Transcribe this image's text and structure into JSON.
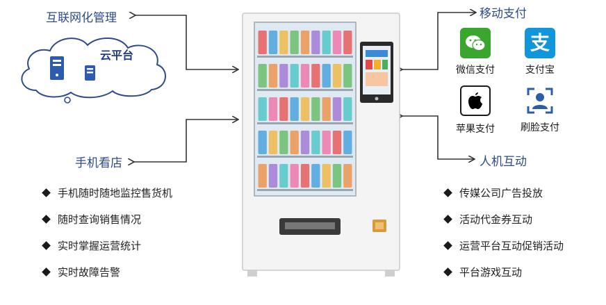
{
  "left": {
    "management_heading": "互联网化管理",
    "cloud_label": "云平台",
    "mobile_heading": "手机看店",
    "features": [
      "手机随时随地监控售货机",
      "随时查询销售情况",
      "实时掌握运营统计",
      "实时故障告警"
    ]
  },
  "right": {
    "payment_heading": "移动支付",
    "payment_methods": [
      {
        "label": "微信支付",
        "icon": "wechat-pay-icon",
        "color": "#3aa630"
      },
      {
        "label": "支付宝",
        "icon": "alipay-icon",
        "color": "#1296db"
      },
      {
        "label": "苹果支付",
        "icon": "apple-pay-icon",
        "color": "#000000"
      },
      {
        "label": "刷脸支付",
        "icon": "face-pay-icon",
        "color": "#2a5ea8"
      }
    ],
    "interaction_heading": "人机互动",
    "features": [
      "传媒公司广告投放",
      "活动代金券互动",
      "运营平台互动促销活动",
      "平台游戏互动"
    ]
  },
  "colors": {
    "heading": "#2d4a8a",
    "arrow": "#333333",
    "cloud_outline": "#2d4a8a"
  }
}
